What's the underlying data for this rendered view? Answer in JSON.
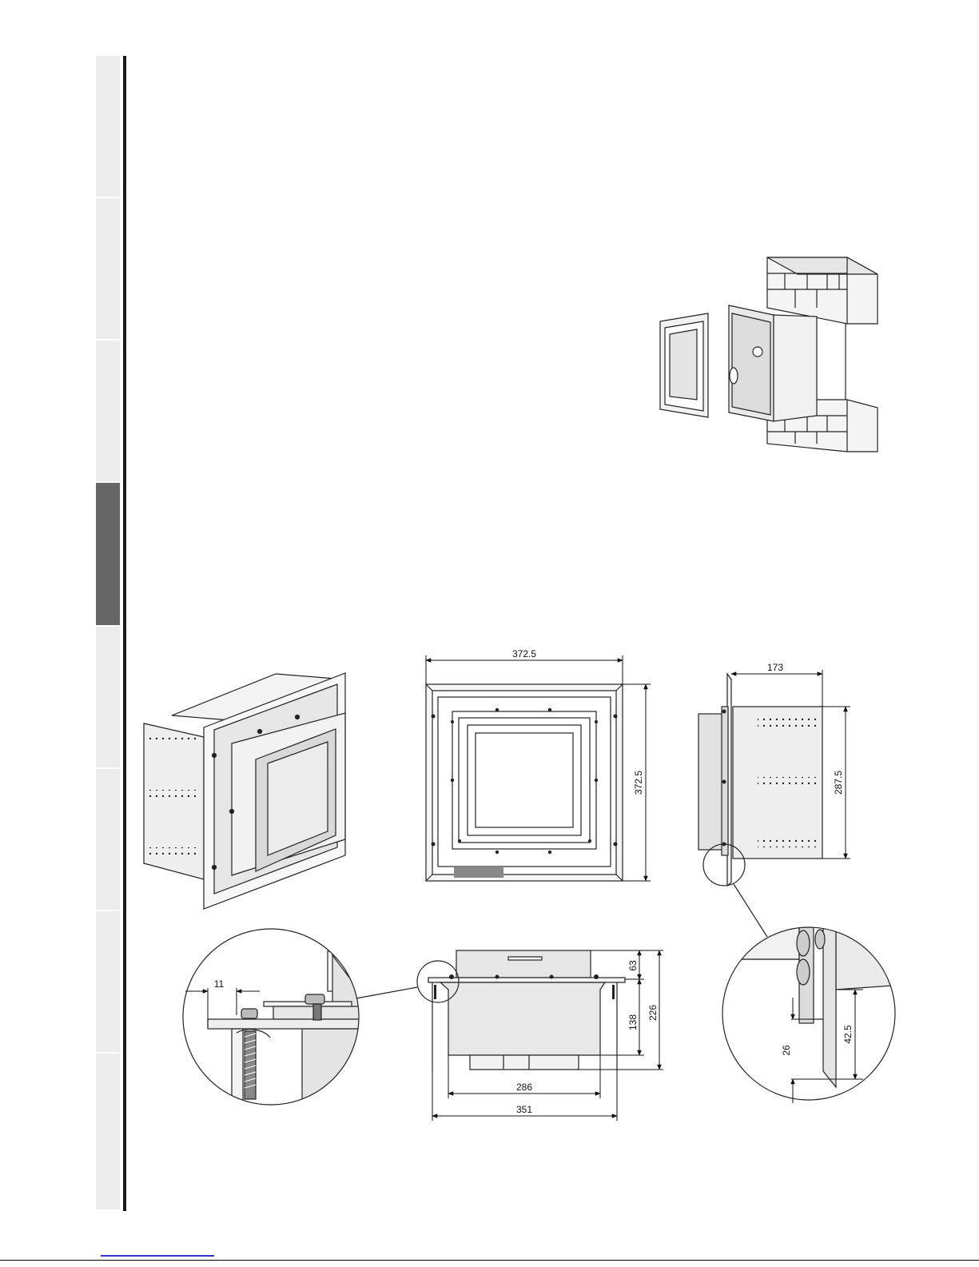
{
  "sidebar": {
    "tab_count": 8,
    "active_index": 3
  },
  "dimensions": {
    "front_width": "372.5",
    "front_height": "372.5",
    "side_depth": "173",
    "side_height": "287.5",
    "bottom_upper_depth": "63",
    "bottom_lower_depth": "138",
    "bottom_total_depth": "226",
    "bottom_inner_width": "286",
    "bottom_outer_width": "351",
    "detail_left_offset": "11",
    "detail_right_small": "26",
    "detail_right_large": "42.5"
  }
}
